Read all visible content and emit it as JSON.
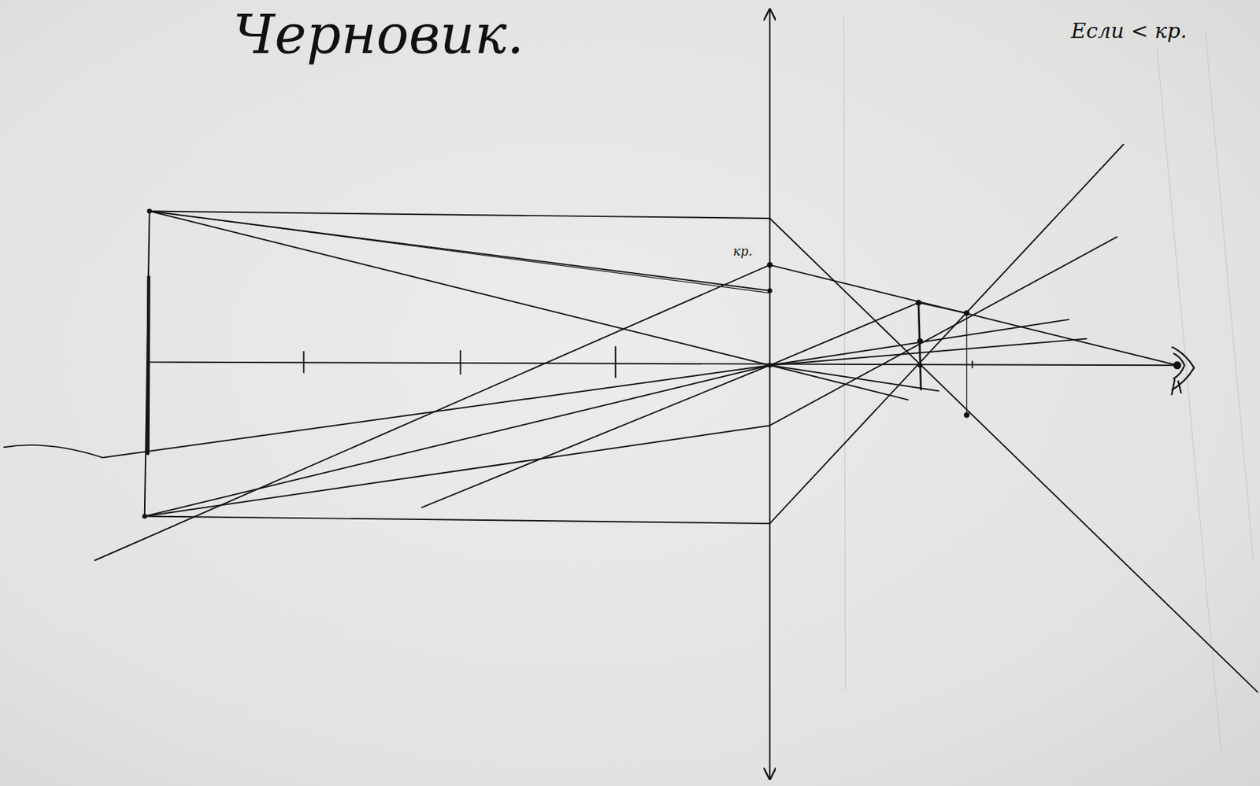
{
  "diagram": {
    "title": "Черновик.",
    "labels": [
      "кр.",
      "Если < кр."
    ]
  }
}
